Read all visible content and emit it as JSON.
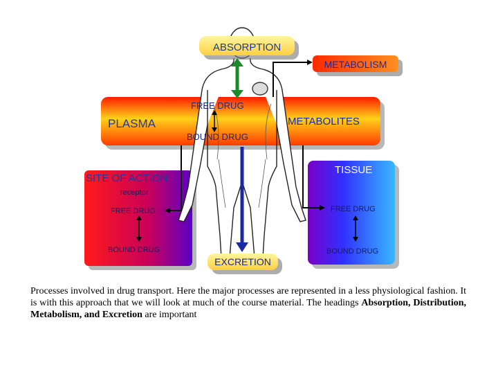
{
  "labels": {
    "absorption": "ABSORPTION",
    "metabolism": "METABOLISM",
    "plasma": "PLASMA",
    "free_drug_plasma": "FREE DRUG",
    "bound_drug_plasma": "BOUND DRUG",
    "metabolites": "METABOLITES",
    "site_of_action": "SITE OF ACTION",
    "receptor": "receptor",
    "free_drug_site": "FREE DRUG",
    "bound_drug_site": "BOUND DRUG",
    "tissue": "TISSUE",
    "free_drug_tissue": "FREE DRUG",
    "bound_drug_tissue": "BOUND DRUG",
    "excretion": "EXCRETION"
  },
  "caption": {
    "intro": "Processes involved in drug transport. Here the major processes are represented in a less physiological fashion. It is with this approach that we will look at much of the course material. The headings",
    "terms": "Absorption, Distribution, Metabolism, and Excretion",
    "outro": "are important"
  },
  "colors": {
    "plasma": "#ff3a00",
    "site_of_action": "#c8003c",
    "tissue": "#2b55ff",
    "label_box": "#ffe860",
    "text_blue": "#1a3aa0"
  }
}
